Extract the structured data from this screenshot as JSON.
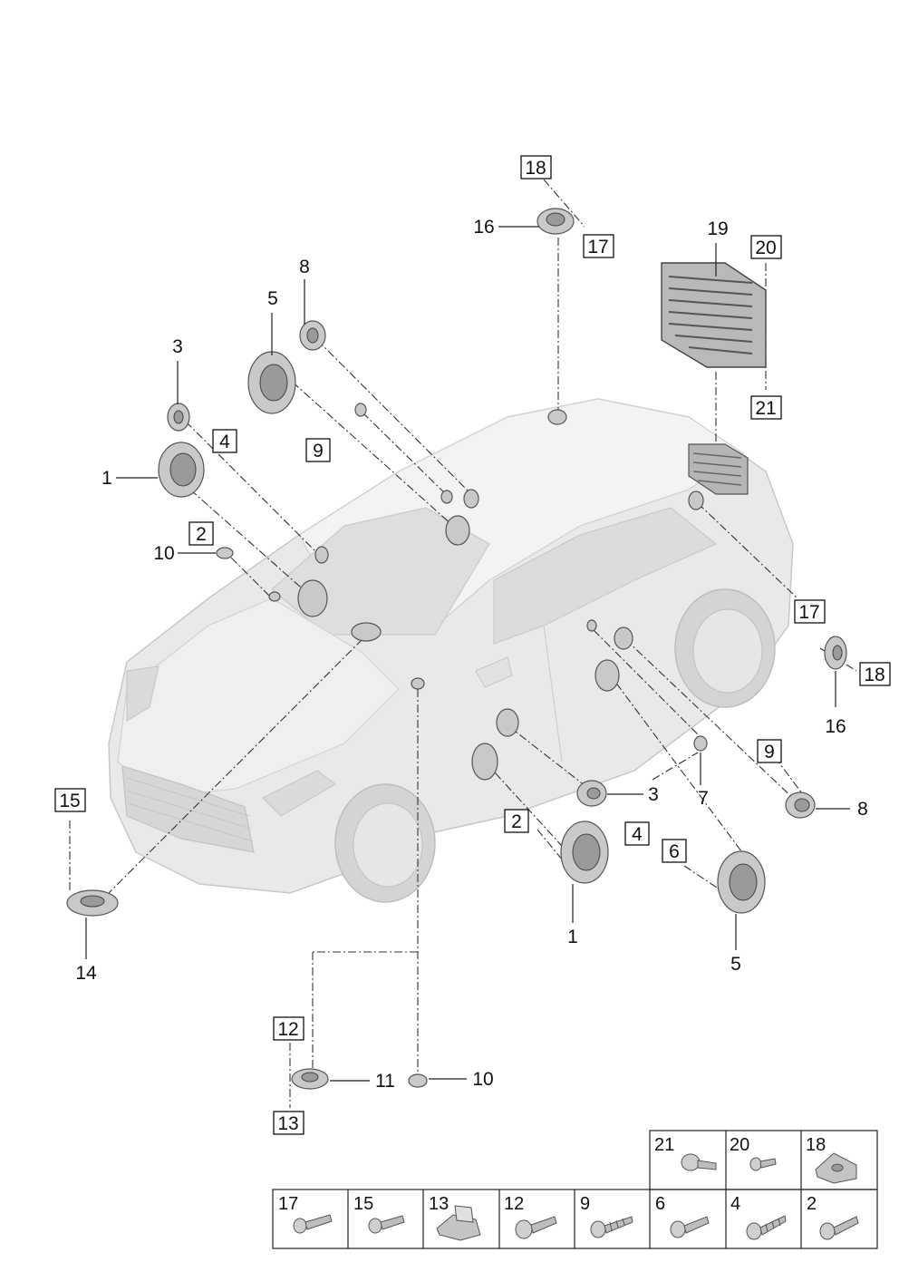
{
  "labels": {
    "l18a": "18",
    "l16a": "16",
    "l17a": "17",
    "l19": "19",
    "l20": "20",
    "l21": "21",
    "l8a": "8",
    "l5a": "5",
    "l3a": "3",
    "l4a": "4",
    "l9a": "9",
    "l1a": "1",
    "l2a": "2",
    "l10a": "10",
    "l17b": "17",
    "l18b": "18",
    "l16b": "16",
    "l9b": "9",
    "l3b": "3",
    "l7": "7",
    "l8b": "8",
    "l2b": "2",
    "l4b": "4",
    "l6": "6",
    "l1b": "1",
    "l5b": "5",
    "l15": "15",
    "l14": "14",
    "l12": "12",
    "l13": "13",
    "l11": "11",
    "l10b": "10"
  },
  "fastener_table": {
    "top_row": [
      "21",
      "20",
      "18"
    ],
    "bottom_row": [
      "17",
      "15",
      "13",
      "12",
      "9",
      "6",
      "4",
      "2"
    ]
  }
}
